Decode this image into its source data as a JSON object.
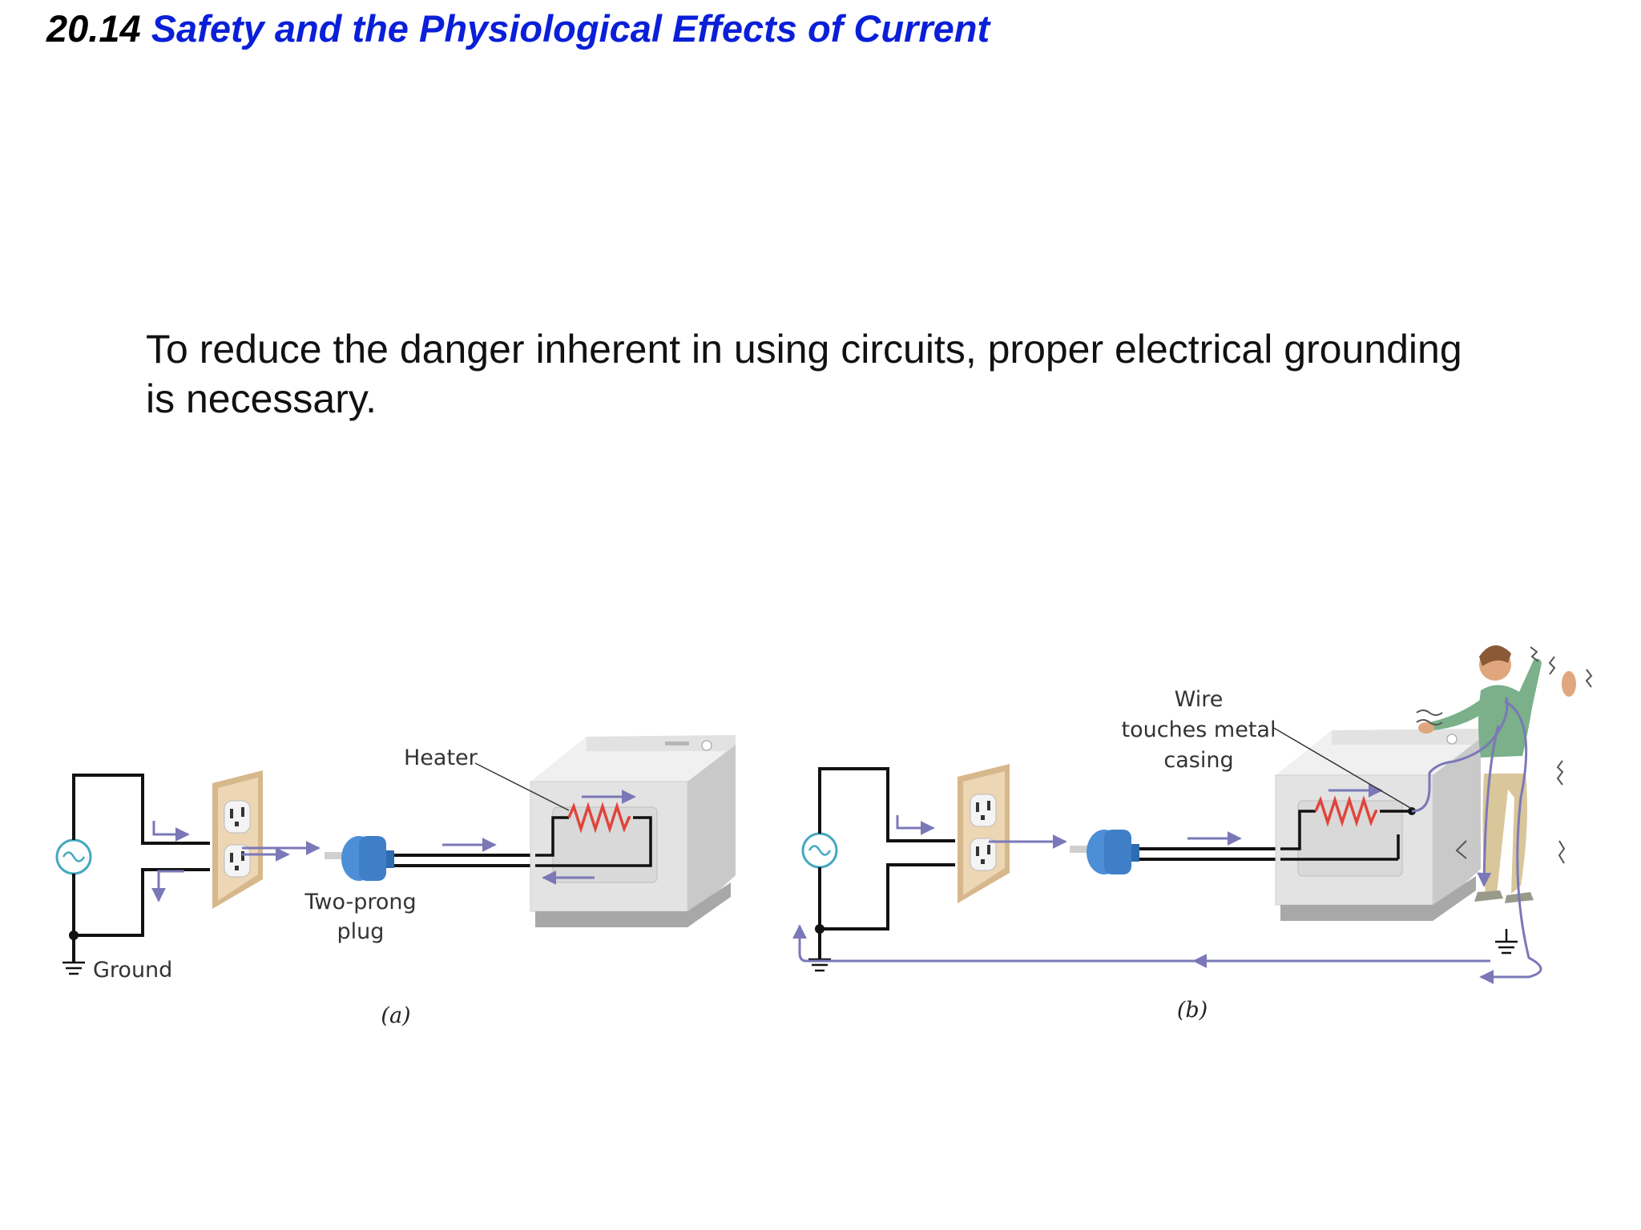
{
  "slide": {
    "section_number": "20.14",
    "section_title": "Safety and the Physiological Effects of Current",
    "body_line1": "To reduce the danger inherent in using circuits, proper electrical grounding",
    "body_line2": "is necessary."
  },
  "figure": {
    "panel_a": {
      "heater_label": "Heater",
      "plug_label_line1": "Two-prong",
      "plug_label_line2": "plug",
      "ground_label": "Ground",
      "caption": "(a)"
    },
    "panel_b": {
      "wire_label_line1": "Wire",
      "wire_label_line2": "touches metal",
      "wire_label_line3": "casing",
      "caption": "(b)"
    },
    "colors": {
      "current_arrow": "#7b78b8",
      "resistor": "#e0453a",
      "plug": "#4d8fd6",
      "outlet_plate": "#e8cfa9",
      "appliance": "#e3e3e3",
      "ac_source": "#45a8c0"
    }
  }
}
